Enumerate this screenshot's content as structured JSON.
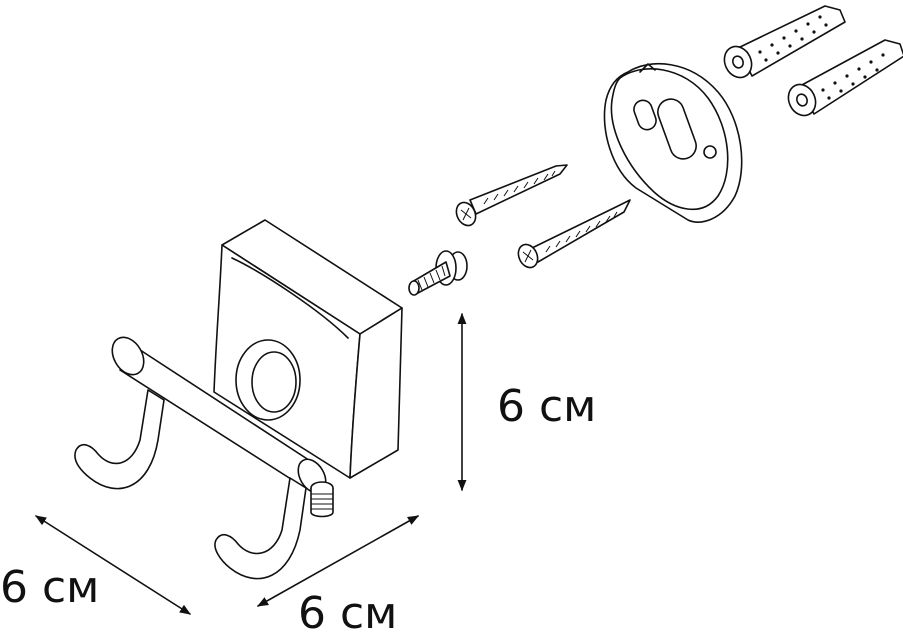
{
  "dimensions": {
    "height_label": "6 см",
    "depth_label": "6 см",
    "width_label": "6 см"
  },
  "colors": {
    "line": "#111111",
    "background": "#ffffff"
  }
}
